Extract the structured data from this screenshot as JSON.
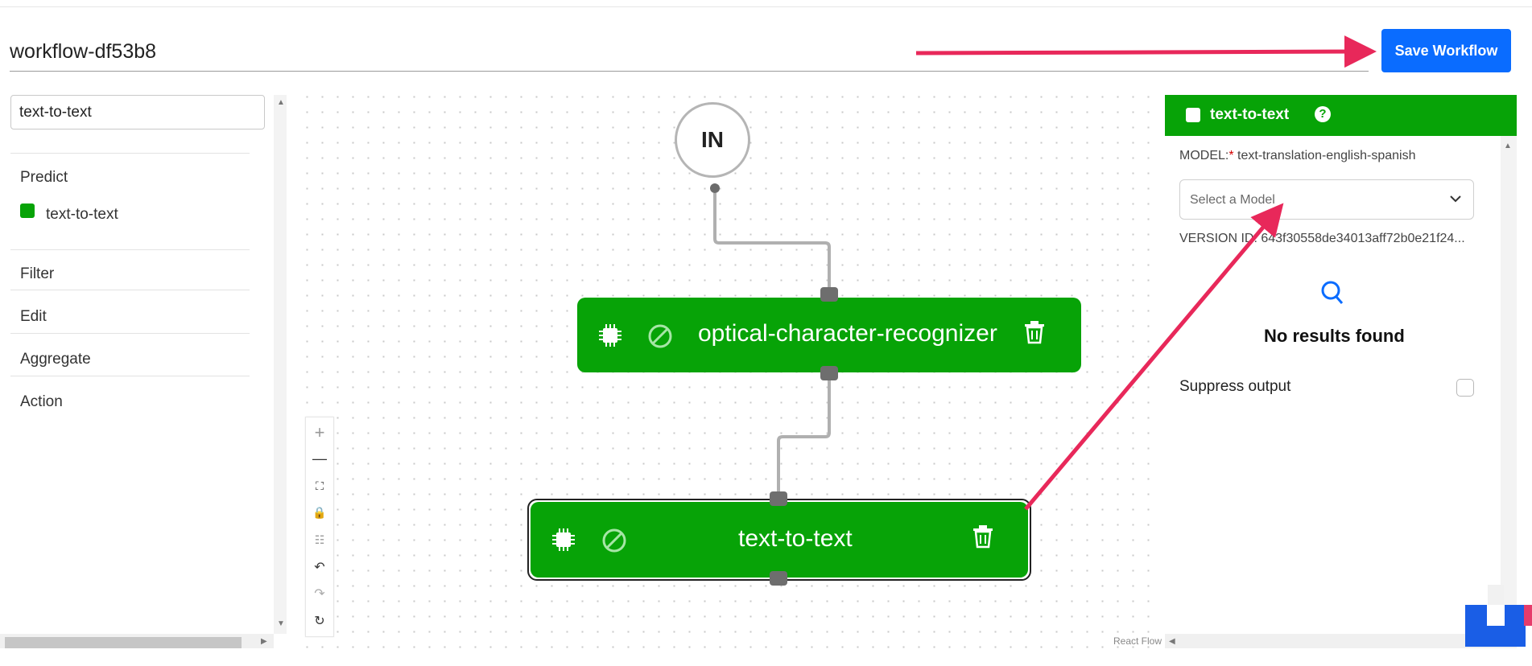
{
  "workflow": {
    "name": "workflow-df53b8",
    "save_label": "Save Workflow"
  },
  "sidebar": {
    "search_value": "text-to-text",
    "sections": {
      "predict": "Predict",
      "predict_item": "text-to-text",
      "filter": "Filter",
      "edit": "Edit",
      "aggregate": "Aggregate",
      "action": "Action"
    }
  },
  "canvas": {
    "in_node": "IN",
    "nodes": [
      {
        "title": "optical-character-recognizer"
      },
      {
        "title": "text-to-text"
      }
    ],
    "attribution": "React Flow"
  },
  "panel": {
    "title": "text-to-text",
    "help": "?",
    "model_label": "MODEL:",
    "model_required": "*",
    "model_value": "text-translation-english-spanish",
    "select_placeholder": "Select a Model",
    "version_text": "VERSION ID: 643f30558de34013aff72b0e21f24...",
    "no_results": "No results found",
    "suppress_label": "Suppress output"
  },
  "colors": {
    "node_green": "#07a307",
    "save_blue": "#0a6cff",
    "annotation_arrow": "#e8285a"
  }
}
